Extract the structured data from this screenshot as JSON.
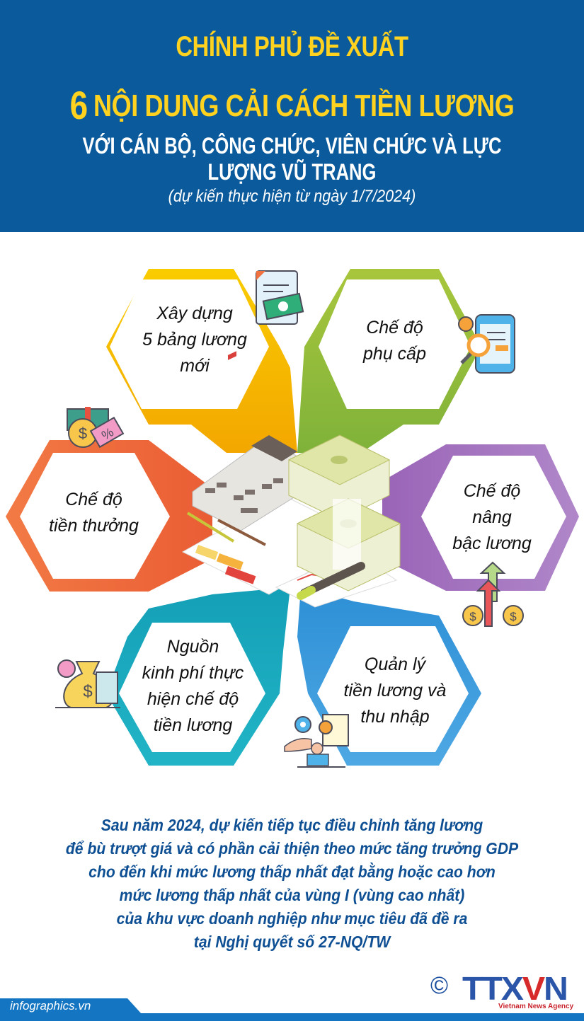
{
  "header": {
    "line1": "CHÍNH PHỦ ĐỀ XUẤT",
    "number": "6",
    "line2": "NỘI DUNG CẢI CÁCH TIỀN LƯƠNG",
    "line3": "VỚI CÁN BỘ, CÔNG CHỨC, VIÊN CHỨC VÀ LỰC LƯỢNG VŨ TRANG",
    "subtitle": "(dự kiến thực hiện từ ngày 1/7/2024)",
    "bg_color": "#0a5a9c",
    "title_color": "#ffd21f"
  },
  "items": [
    {
      "lines": [
        "Xây dựng",
        "5 bảng lương",
        "mới"
      ],
      "color": "#f7c600",
      "icon": "document-money-icon"
    },
    {
      "lines": [
        "Chế độ",
        "phụ cấp"
      ],
      "color": "#a4c43a",
      "icon": "phone-coin-search-icon"
    },
    {
      "lines": [
        "Chế độ",
        "tiền thưởng"
      ],
      "color": "#f07240",
      "icon": "gift-coin-coupon-icon"
    },
    {
      "lines": [
        "Chế độ",
        "nâng",
        "bậc lương"
      ],
      "color": "#a97bc0",
      "icon": "coins-arrows-up-icon"
    },
    {
      "lines": [
        "Nguồn",
        "kinh phí thực",
        "hiện chế độ",
        "tiền lương"
      ],
      "color": "#1fb1c4",
      "icon": "moneybag-calculator-clock-icon"
    },
    {
      "lines": [
        "Quản lý",
        "tiền lương và",
        "thu nhập"
      ],
      "color": "#4aa4e0",
      "icon": "worker-gear-document-icon"
    }
  ],
  "center_illustration": "calculator-money-stacks-charts",
  "conclusion": [
    "Sau năm 2024, dự kiến tiếp tục điều chỉnh tăng lương",
    "để bù trượt giá và có phần cải thiện theo mức tăng trưởng GDP",
    "cho đến khi mức lương thấp nhất đạt bằng hoặc cao hơn",
    "mức lương thấp nhất của vùng I (vùng cao nhất)",
    "của khu vực doanh nghiệp như mục tiêu đã đề ra",
    "tại Nghị quyết số 27-NQ/TW"
  ],
  "footer": {
    "website": "infographics.vn",
    "copyright_symbol": "©",
    "logo_left": "TTX",
    "logo_v": "V",
    "logo_right": "N",
    "agency": "Vietnam News Agency"
  }
}
